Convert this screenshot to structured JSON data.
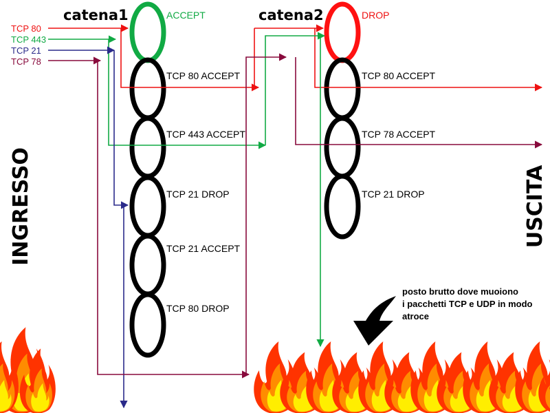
{
  "colors": {
    "tcp80": "#ee1111",
    "tcp443": "#11aa44",
    "tcp21": "#2a2a8a",
    "tcp78": "#880a3c",
    "accept": "#11aa44",
    "drop": "#ee1111",
    "link": "#000000",
    "fire_outer": "#ff3300",
    "fire_mid": "#ff8c00",
    "fire_inner": "#ffee00"
  },
  "side_labels": {
    "ingress": "INGRESSO",
    "egress": "USCITA"
  },
  "packets": [
    {
      "label": "TCP 80",
      "color_key": "tcp80"
    },
    {
      "label": "TCP 443",
      "color_key": "tcp443"
    },
    {
      "label": "TCP 21",
      "color_key": "tcp21"
    },
    {
      "label": "TCP 78",
      "color_key": "tcp78"
    }
  ],
  "chains": [
    {
      "name": "catena1",
      "policy": "ACCEPT",
      "policy_color_key": "accept",
      "rules": [
        "TCP 80 ACCEPT",
        "TCP 443 ACCEPT",
        "TCP 21 DROP",
        "TCP 21 ACCEPT",
        "TCP 80 DROP"
      ]
    },
    {
      "name": "catena2",
      "policy": "DROP",
      "policy_color_key": "drop",
      "rules": [
        "TCP 80 ACCEPT",
        "TCP 78 ACCEPT",
        "TCP 21 DROP"
      ]
    }
  ],
  "note": {
    "line1": "posto brutto dove muoiono",
    "line2": "i pacchetti TCP e UDP in modo",
    "line3": "atroce",
    "icon": "curved-arrow-down-icon"
  },
  "decor": {
    "fire_icon": "fire-icon"
  }
}
